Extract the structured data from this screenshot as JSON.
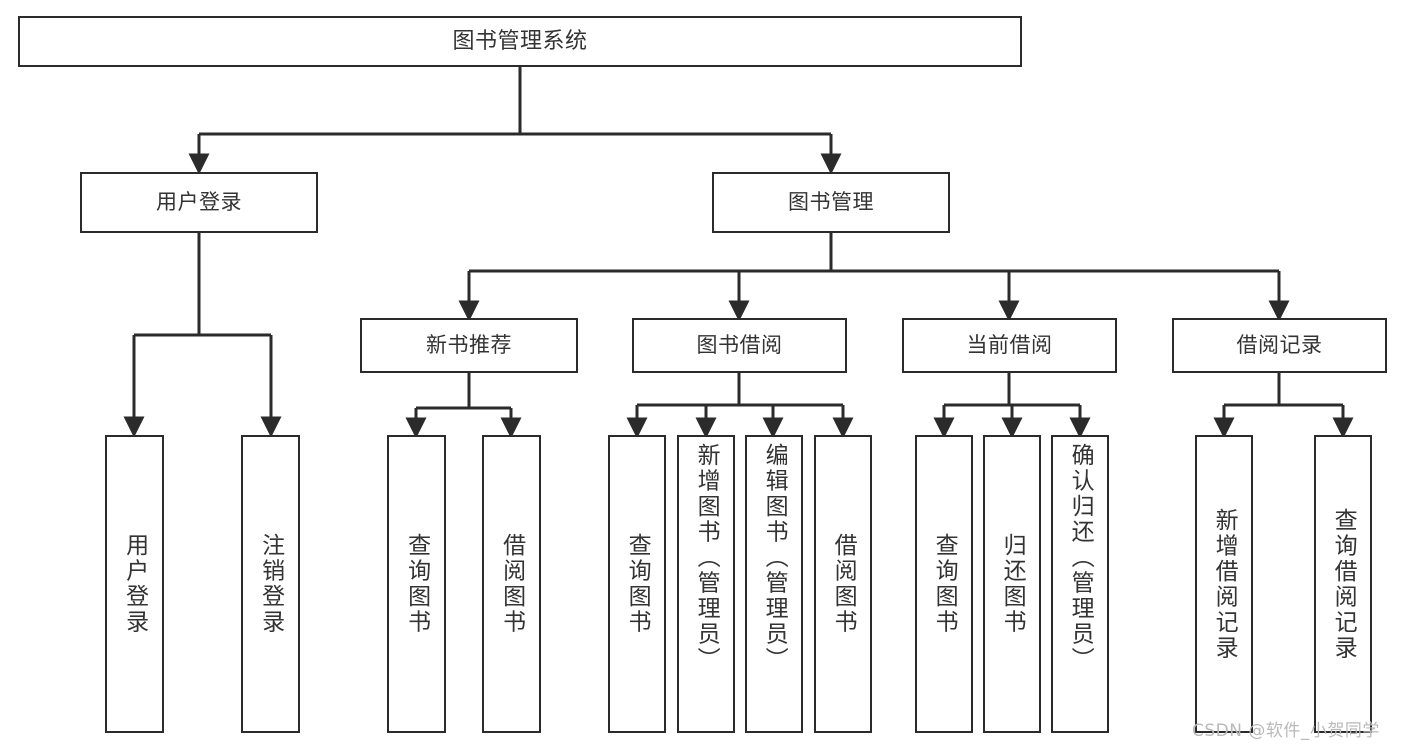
{
  "diagram": {
    "title": "图书管理系统",
    "type": "hierarchy-tree",
    "watermark": "CSDN @软件_小贺同学",
    "style": {
      "background": "#ffffff",
      "box_border": "#2b2b2b",
      "text_color": "#333333",
      "connector_color": "#2b2b2b",
      "watermark_color": "#b9b9b9"
    },
    "nodes": {
      "root": {
        "label": "图书管理系统",
        "level": 0
      },
      "level1": [
        {
          "id": "user-login",
          "label": "用户登录"
        },
        {
          "id": "book-manage",
          "label": "图书管理"
        }
      ],
      "level2": [
        {
          "id": "new-book-recommend",
          "label": "新书推荐"
        },
        {
          "id": "book-borrow",
          "label": "图书借阅"
        },
        {
          "id": "current-borrow",
          "label": "当前借阅"
        },
        {
          "id": "borrow-record",
          "label": "借阅记录"
        }
      ],
      "leaves": {
        "user-login": [
          {
            "id": "leaf-user-login",
            "label": "用户登录"
          },
          {
            "id": "leaf-logout",
            "label": "注销登录"
          }
        ],
        "new-book-recommend": [
          {
            "id": "leaf-query-book-1",
            "label": "查询图书"
          },
          {
            "id": "leaf-borrow-book-1",
            "label": "借阅图书"
          }
        ],
        "book-borrow": [
          {
            "id": "leaf-query-book-2",
            "label": "查询图书"
          },
          {
            "id": "leaf-add-book",
            "label": "新增图书（管理员）"
          },
          {
            "id": "leaf-edit-book",
            "label": "编辑图书（管理员）"
          },
          {
            "id": "leaf-borrow-book-2",
            "label": "借阅图书"
          }
        ],
        "current-borrow": [
          {
            "id": "leaf-query-book-3",
            "label": "查询图书"
          },
          {
            "id": "leaf-return-book",
            "label": "归还图书"
          },
          {
            "id": "leaf-confirm-return",
            "label": "确认归还（管理员）"
          }
        ],
        "borrow-record": [
          {
            "id": "leaf-add-record",
            "label": "新增借阅记录"
          },
          {
            "id": "leaf-query-record",
            "label": "查询借阅记录"
          }
        ]
      }
    }
  }
}
